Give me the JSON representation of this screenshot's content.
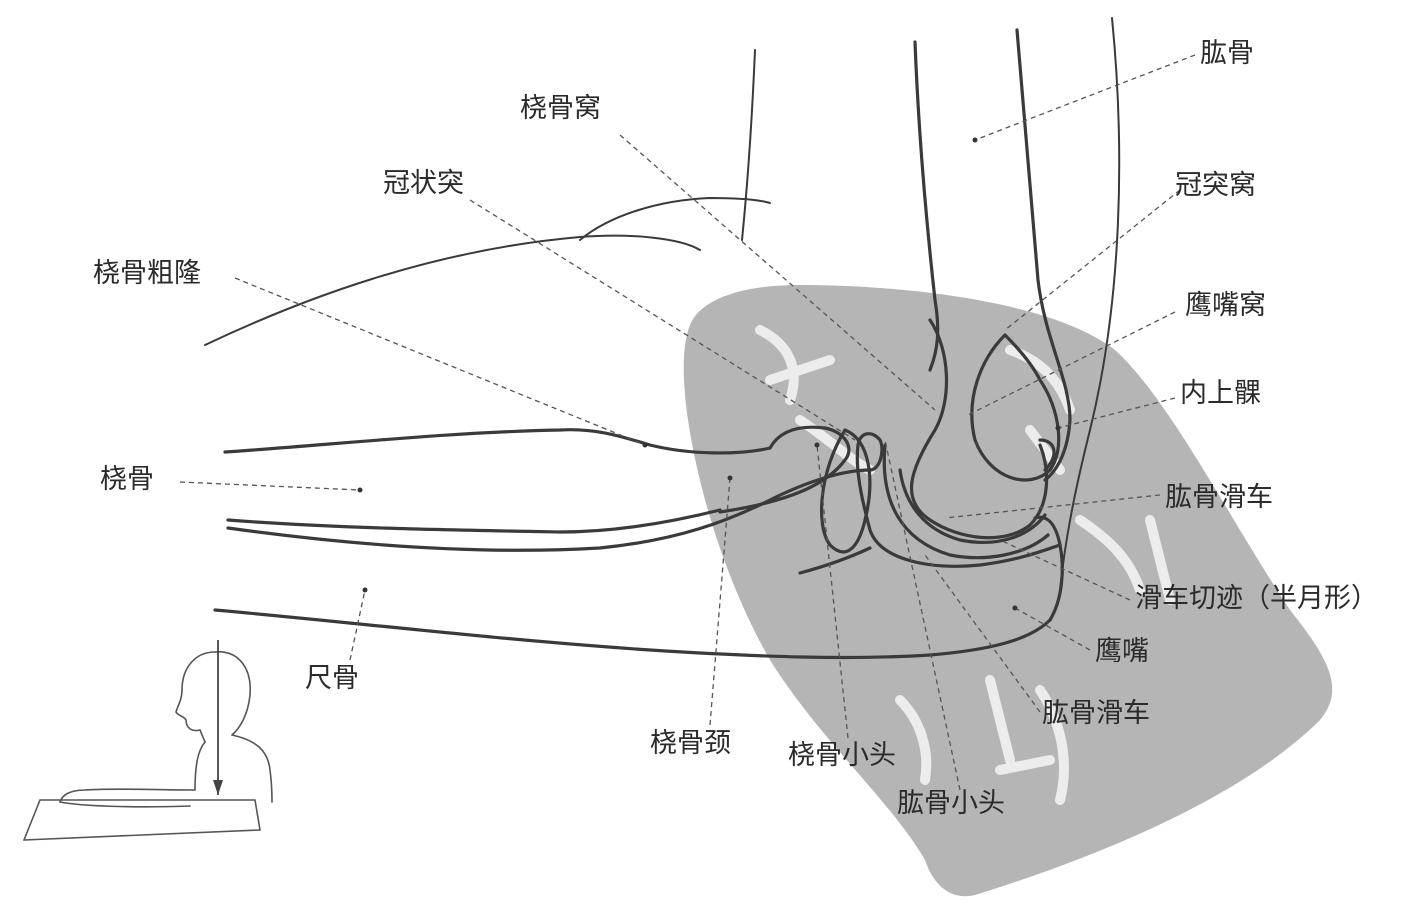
{
  "colors": {
    "background": "#ffffff",
    "line": "#3a3a3a",
    "text": "#2b2b2b",
    "watermark": "#a8a8a8"
  },
  "labels": {
    "humerus": "肱骨",
    "radial_fossa": "桡骨窝",
    "coronoid_process": "冠状突",
    "coronoid_fossa": "冠突窝",
    "radial_tuberosity": "桡骨粗隆",
    "olecranon_fossa": "鹰嘴窝",
    "medial_epicondyle": "内上髁",
    "radius": "桡骨",
    "trochlea_right": "肱骨滑车",
    "trochlear_notch": "滑车切迹（半月形）",
    "olecranon": "鹰嘴",
    "ulna": "尺骨",
    "trochlea_bottom": "肱骨滑车",
    "radial_neck": "桡骨颈",
    "radial_head": "桡骨小头",
    "capitulum": "肱骨小头"
  },
  "icons": {
    "watermark": "seal-watermark",
    "posture": "seated-person-posture-illustration"
  }
}
